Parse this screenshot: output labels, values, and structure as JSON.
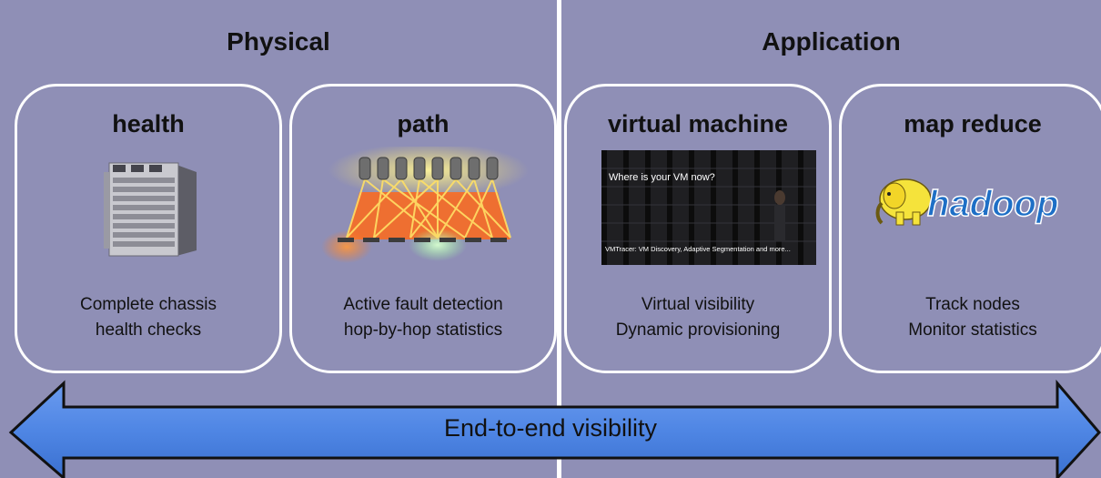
{
  "sections": {
    "physical": {
      "title": "Physical"
    },
    "application": {
      "title": "Application"
    }
  },
  "cards": [
    {
      "title": "health",
      "lines": [
        "Complete chassis",
        "health checks"
      ]
    },
    {
      "title": "path",
      "lines": [
        "Active fault detection",
        "hop-by-hop statistics"
      ]
    },
    {
      "title": "virtual machine",
      "lines": [
        "Virtual visibility",
        "Dynamic provisioning"
      ],
      "screenshot": {
        "headline": "Where is your VM now?",
        "caption": "VMTracer: VM Discovery, Adaptive Segmentation and more..."
      }
    },
    {
      "title": "map reduce",
      "lines": [
        "Track nodes",
        "Monitor statistics"
      ],
      "logo_text": "hadoop"
    }
  ],
  "arrow": {
    "label": "End-to-end visibility"
  },
  "colors": {
    "background": "#8f8fb6",
    "arrow": "#4f86e4",
    "card_border": "#ffffff",
    "logo_blue": "#1e6fc6",
    "logo_yellow": "#f5e33b"
  }
}
